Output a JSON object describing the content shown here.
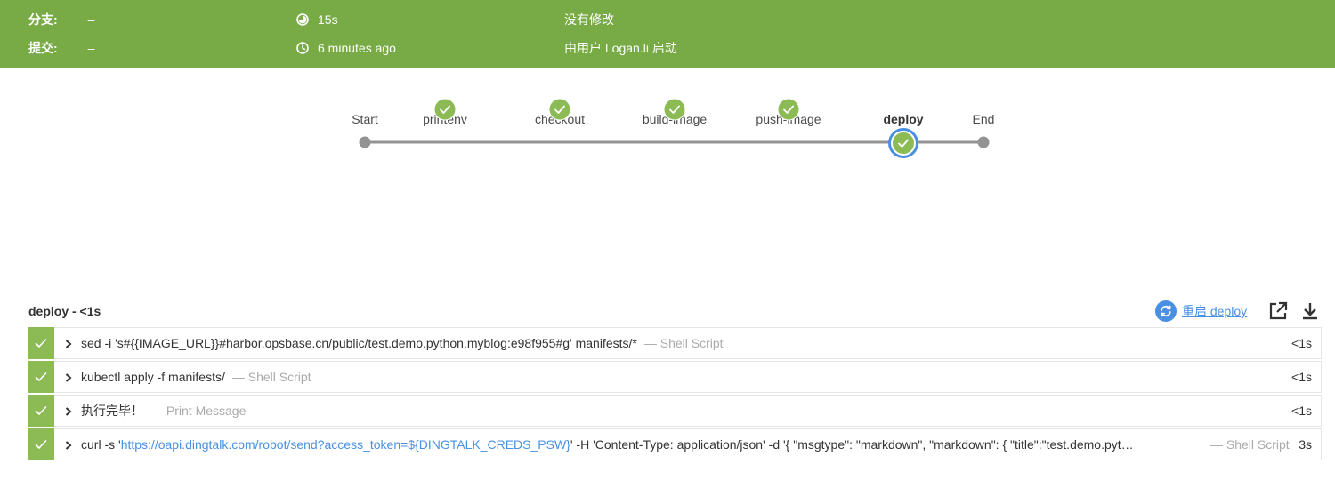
{
  "header": {
    "branch_label": "分支:",
    "branch_value": "–",
    "commit_label": "提交:",
    "commit_value": "–",
    "duration": "15s",
    "time_ago": "6 minutes ago",
    "changes": "没有修改",
    "started_by": "由用户 Logan.li 启动"
  },
  "pipeline": {
    "stages": [
      {
        "label": "Start",
        "status": "none"
      },
      {
        "label": "printenv",
        "status": "success"
      },
      {
        "label": "checkout",
        "status": "success"
      },
      {
        "label": "build-image",
        "status": "success"
      },
      {
        "label": "push-image",
        "status": "success"
      },
      {
        "label": "deploy",
        "status": "success",
        "selected": true
      },
      {
        "label": "End",
        "status": "none"
      }
    ]
  },
  "step_panel": {
    "title": "deploy - <1s",
    "restart_label": "重启 deploy",
    "steps": [
      {
        "text": "sed -i 's#{{IMAGE_URL}}#harbor.opsbase.cn/public/test.demo.python.myblog:e98f955#g' manifests/*",
        "type": "— Shell Script",
        "duration": "<1s"
      },
      {
        "text": "kubectl apply -f manifests/",
        "type": "— Shell Script",
        "duration": "<1s"
      },
      {
        "text": "执行完毕！",
        "type": "— Print Message",
        "duration": "<1s"
      },
      {
        "text_prefix": "curl -s '",
        "text_link": "https://oapi.dingtalk.com/robot/send?access_token=${DINGTALK_CREDS_PSW}",
        "text_suffix": "' -H 'Content-Type: application/json' -d '{ \"msgtype\": \"markdown\", \"markdown\": { \"title\":\"test.demo.pyt…",
        "type": "— Shell Script",
        "duration": "3s"
      }
    ]
  },
  "colors": {
    "header_bg": "#78ab46",
    "success": "#8cbb55",
    "selected_ring": "#4a90e2",
    "link": "#4a90e2"
  }
}
